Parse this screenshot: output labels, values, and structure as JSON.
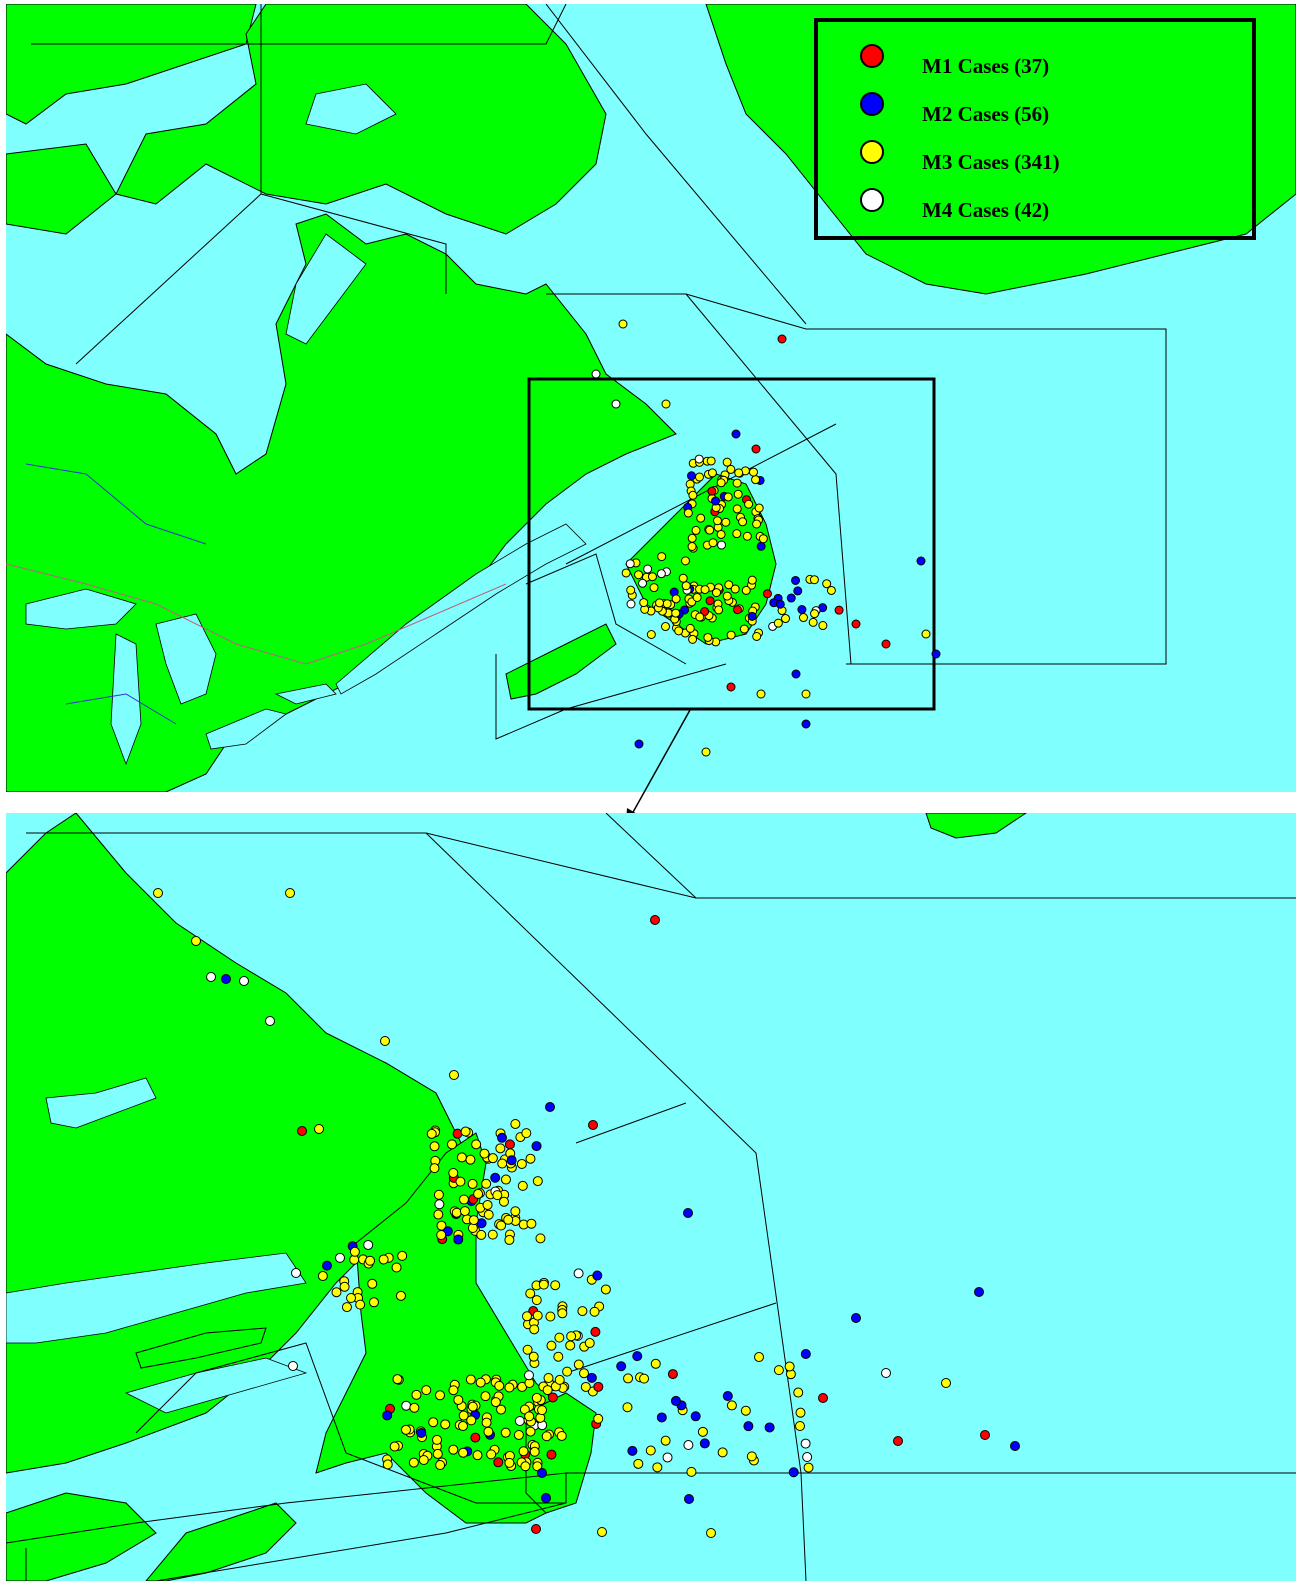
{
  "legend": {
    "items": [
      {
        "label": "M1 Cases (37)",
        "color": "#ff0000"
      },
      {
        "label": "M2 Cases (56)",
        "color": "#0000ff"
      },
      {
        "label": "M3 Cases (341)",
        "color": "#ffff00"
      },
      {
        "label": "M4 Cases (42)",
        "color": "#ffffff"
      }
    ]
  },
  "colors": {
    "land": "#00ff00",
    "water": "#80ffff",
    "m1": "#ff0000",
    "m2": "#0000ff",
    "m3": "#ffff00",
    "m4": "#ffffff"
  },
  "icons": {
    "inset_arrow": "arrow-down-left-icon"
  }
}
